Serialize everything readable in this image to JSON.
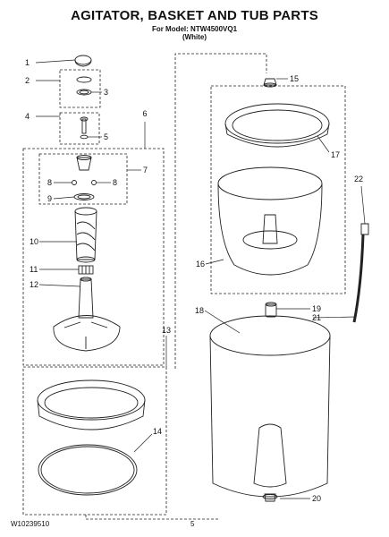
{
  "title": "AGITATOR, BASKET AND TUB PARTS",
  "model_line": "For Model: NTW4500VQ1",
  "color_line": "(White)",
  "footer_code": "W10239510",
  "page_number": "5",
  "callouts": {
    "c1": "1",
    "c2": "2",
    "c3": "3",
    "c4": "4",
    "c5": "5",
    "c6": "6",
    "c7": "7",
    "c8a": "8",
    "c8b": "8",
    "c9": "9",
    "c10": "10",
    "c11": "11",
    "c12": "12",
    "c13": "13",
    "c14": "14",
    "c15": "15",
    "c16": "16",
    "c17": "17",
    "c18": "18",
    "c19": "19",
    "c20": "20",
    "c21": "21",
    "c22": "22"
  }
}
